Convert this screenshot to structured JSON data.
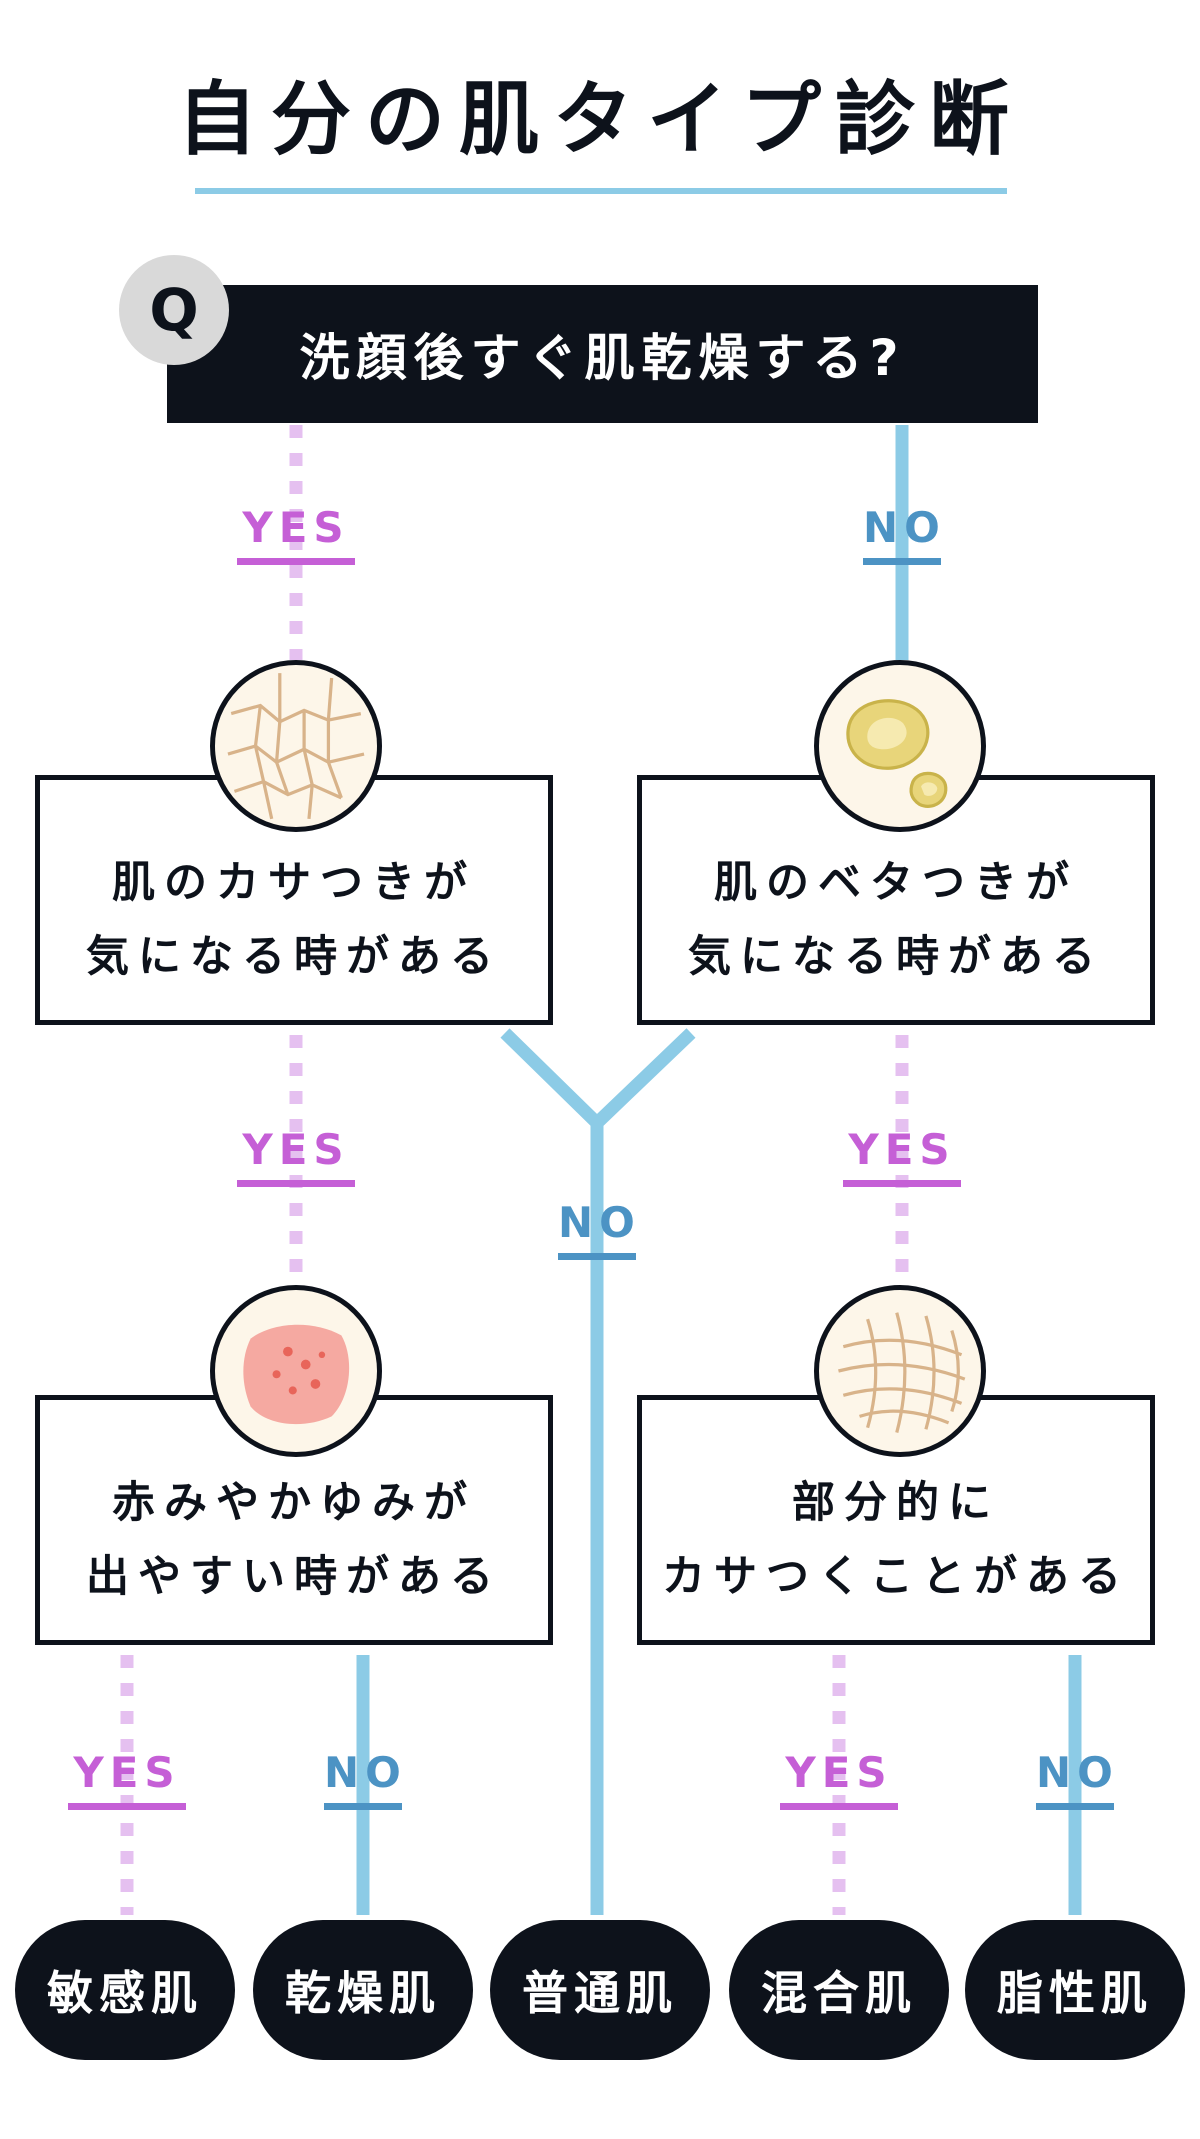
{
  "title": "自分の肌タイプ診断",
  "question": {
    "badge": "Q",
    "text": "洗顔後すぐ肌乾燥する?"
  },
  "labels": {
    "yes": "YES",
    "no": "NO"
  },
  "boxes": {
    "dry_check": {
      "line1": "肌のカサつきが",
      "line2": "気になる時がある",
      "icon": "cracked-skin-icon"
    },
    "oily_check": {
      "line1": "肌のベタつきが",
      "line2": "気になる時がある",
      "icon": "oil-drop-icon"
    },
    "sensitive_check": {
      "line1": "赤みやかゆみが",
      "line2": "出やすい時がある",
      "icon": "red-skin-icon"
    },
    "combo_check": {
      "line1": "部分的に",
      "line2": "カサつくことがある",
      "icon": "crosshatch-skin-icon"
    }
  },
  "results": [
    "敏感肌",
    "乾燥肌",
    "普通肌",
    "混合肌",
    "脂性肌"
  ],
  "colors": {
    "yes": "#c55fd6",
    "yes_line": "#e5c0f0",
    "no": "#4c93c4",
    "no_line": "#8ccbe6",
    "dark": "#0d121b"
  }
}
